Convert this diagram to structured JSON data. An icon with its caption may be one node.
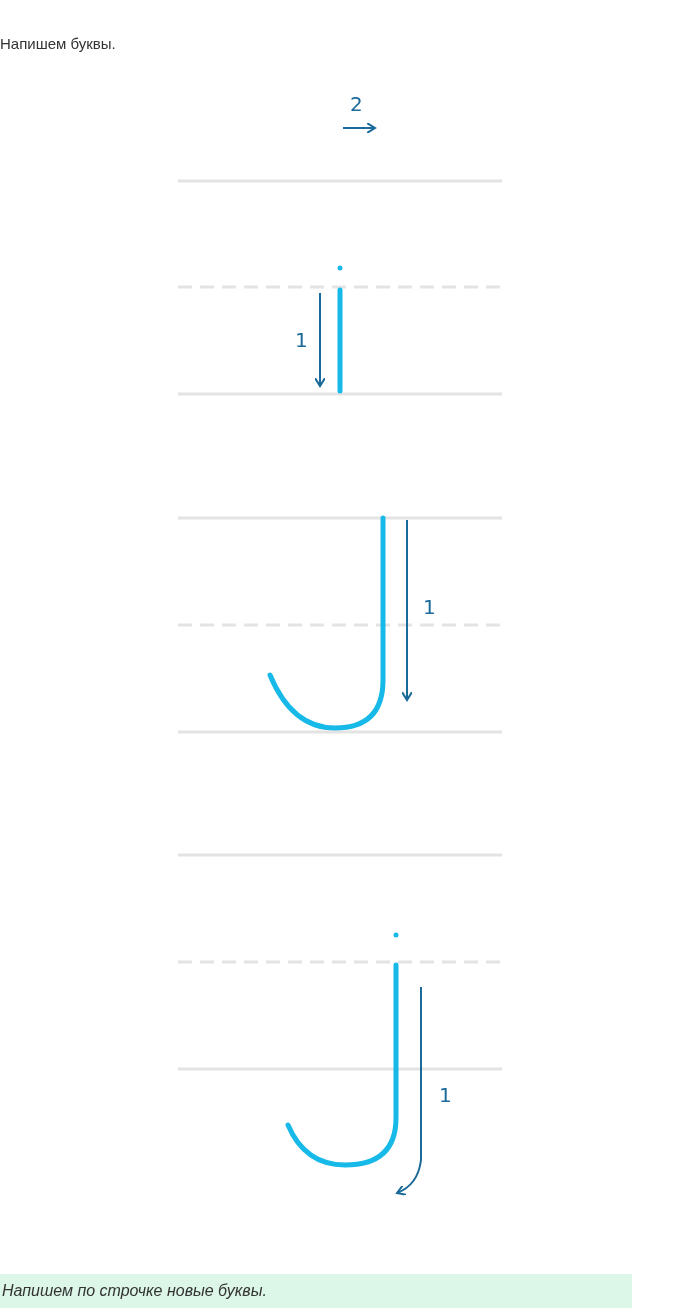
{
  "diagram": {
    "title": "Напишем буквы.",
    "caption": "Напишем по строчке новые буквы.",
    "labels": [
      "2",
      "1",
      "1",
      "1"
    ]
  }
}
